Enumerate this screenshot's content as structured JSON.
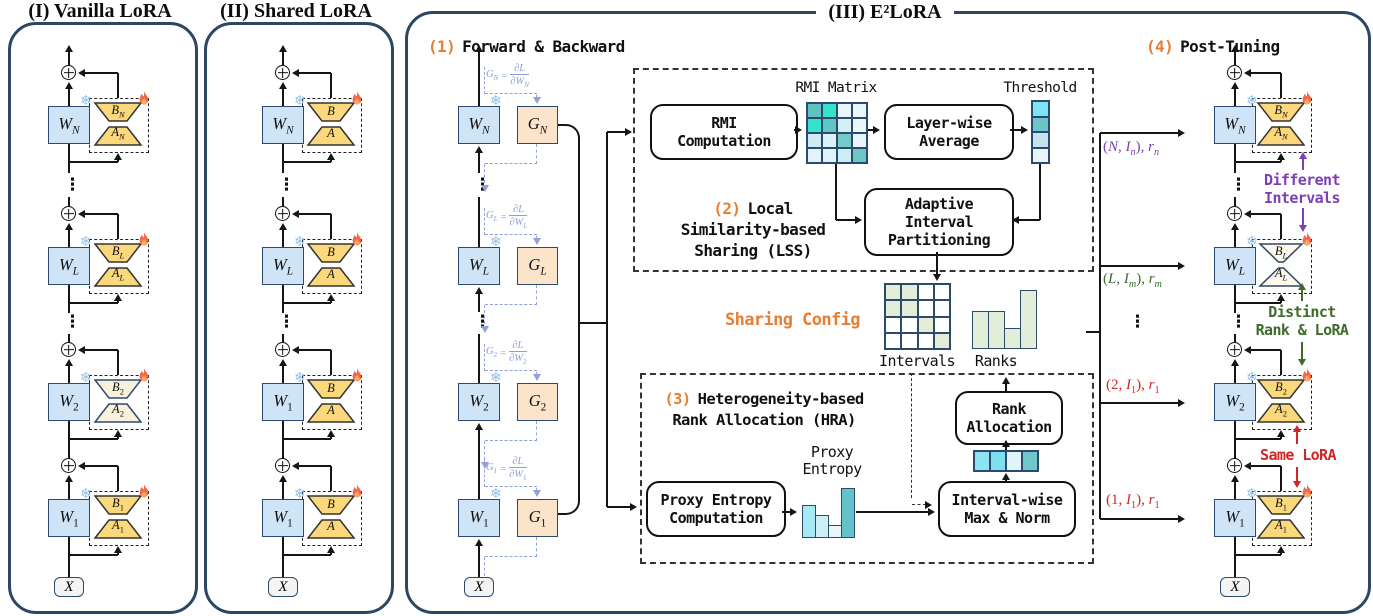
{
  "figure": {
    "title_vanilla": "(I) Vanilla LoRA",
    "title_shared": "(II) Shared LoRA",
    "title_e2lora": "(III) E²LoRA"
  },
  "colors": {
    "accent_orange": "#e87e33",
    "panel_navy": "#2b4763",
    "frozen_blue": "#d0e4f7",
    "grad_peach": "#fce4ca",
    "lora_gold": "#fbd87c",
    "periwinkle": "#8f9ed6",
    "purple": "#7c3fb5",
    "dark_green": "#3e6b2d",
    "red": "#d02724",
    "sage_green": "#e3eed8"
  },
  "stacks": {
    "vanilla": {
      "x_label": "X",
      "layers": [
        {
          "w": "W_N",
          "b": "B_N",
          "a": "A_N",
          "style": "gold"
        },
        {
          "w": "W_L",
          "b": "B_L",
          "a": "A_L",
          "style": "gold"
        },
        {
          "w": "W_2",
          "b": "B_2",
          "a": "A_2",
          "style": "cream"
        },
        {
          "w": "W_1",
          "b": "B_1",
          "a": "A_1",
          "style": "gold"
        }
      ]
    },
    "shared": {
      "x_label": "X",
      "layers": [
        {
          "w": "W_N",
          "b": "B",
          "a": "A",
          "style": "gold"
        },
        {
          "w": "W_L",
          "b": "B",
          "a": "A",
          "style": "gold"
        },
        {
          "w": "W_1",
          "b": "B",
          "a": "A",
          "style": "gold"
        },
        {
          "w": "W_1",
          "b": "B",
          "a": "A",
          "style": "gold"
        }
      ]
    },
    "forward": {
      "x_label": "X",
      "layers": [
        {
          "w": "W_N",
          "g": "G_N",
          "grad_lhs": "G_N",
          "grad_num": "∂L",
          "grad_den": "∂W_N"
        },
        {
          "w": "W_L",
          "g": "G_L",
          "grad_lhs": "G_L",
          "grad_num": "∂L",
          "grad_den": "∂W_L"
        },
        {
          "w": "W_2",
          "g": "G_2",
          "grad_lhs": "G_2",
          "grad_num": "∂L",
          "grad_den": "∂W_2"
        },
        {
          "w": "W_1",
          "g": "G_1",
          "grad_lhs": "G_1",
          "grad_num": "∂L",
          "grad_den": "∂W_1"
        }
      ]
    },
    "post": {
      "x_label": "X",
      "layers": [
        {
          "w": "W_N",
          "b": "B_N",
          "a": "A_N",
          "style": "gold"
        },
        {
          "w": "W_L",
          "b": "B_L",
          "a": "A_L",
          "style": "pale_narrow"
        },
        {
          "w": "W_2",
          "b": "B_2",
          "a": "A_2",
          "style": "gold"
        },
        {
          "w": "W_1",
          "b": "B_1",
          "a": "A_1",
          "style": "gold"
        }
      ]
    }
  },
  "sections": {
    "s1_num": "(1)",
    "s1_title": "Forward & Backward",
    "s2_num": "(2)",
    "s2_l1": "Local",
    "s2_l2": "Similarity-based",
    "s2_l3": "Sharing (LSS)",
    "s3_num": "(3)",
    "s3_l1": "Heterogeneity-based",
    "s3_l2": "Rank Allocation (HRA)",
    "s4_num": "(4)",
    "s4_title": "Post-Tuning",
    "sharing_config": "Sharing Config"
  },
  "lss": {
    "rmi_box": "RMI\nComputation",
    "avg_box": "Layer-wise\nAverage",
    "aip_box": "Adaptive\nInterval\nPartitioning",
    "matrix_label": "RMI Matrix",
    "threshold_label": "Threshold",
    "matrix_colors": [
      [
        "#5ec3c0",
        "#35e3cd",
        "#e6f6fa",
        "#eaf8fb"
      ],
      [
        "#35e3cd",
        "#62c4c4",
        "#d4f0f7",
        "#e8f7fb"
      ],
      [
        "#cfe9f3",
        "#daf3f8",
        "#74c9c9",
        "#e6f6fa"
      ],
      [
        "#e2f3f9",
        "#dff4f9",
        "#cdedf5",
        "#6ec6c6"
      ]
    ],
    "threshold_colors": [
      "#7ee4f3",
      "#6cc6c9",
      "#c3e3ef",
      "#e9f6fb"
    ]
  },
  "sharing": {
    "intervals_label": "Intervals",
    "ranks_label": "Ranks",
    "intervals_grid": [
      [
        1,
        1,
        0,
        0
      ],
      [
        1,
        1,
        0,
        0
      ],
      [
        0,
        0,
        1,
        0
      ],
      [
        0,
        0,
        0,
        1
      ]
    ],
    "interval_fill": "#e3eed8",
    "rank_heights": [
      38,
      38,
      21,
      59
    ]
  },
  "hra": {
    "pec_box": "Proxy Entropy\nComputation",
    "imn_box": "Interval-wise\nMax & Norm",
    "ra_box": "Rank\nAllocation",
    "proxy_label": "Proxy\nEntropy",
    "proxy_bars": [
      {
        "h": 33,
        "c": "#a6e9f4"
      },
      {
        "h": 23,
        "c": "#cfeff7"
      },
      {
        "h": 13,
        "c": "#e7f7fb"
      },
      {
        "h": 50,
        "c": "#63c3c9"
      }
    ],
    "strip_colors": [
      "#8ce4f1",
      "#7fdff0",
      "#e0f4fa",
      "#6fc6cb"
    ]
  },
  "outputs": [
    {
      "text": "(N, I_n), r_n",
      "color": "#7c3fb5"
    },
    {
      "text": "(L, I_m), r_m",
      "color": "#3e6b2d"
    },
    {
      "text": "(2, I_1), r_1",
      "color": "#d02724"
    },
    {
      "text": "(1, I_1), r_1",
      "color": "#d02724"
    }
  ],
  "annotations": [
    {
      "text": "Different\nIntervals",
      "color": "#7c3fb5"
    },
    {
      "text": "Distinct\nRank & LoRA",
      "color": "#3e6b2d"
    },
    {
      "text": "Same LoRA",
      "color": "#d02724"
    }
  ]
}
